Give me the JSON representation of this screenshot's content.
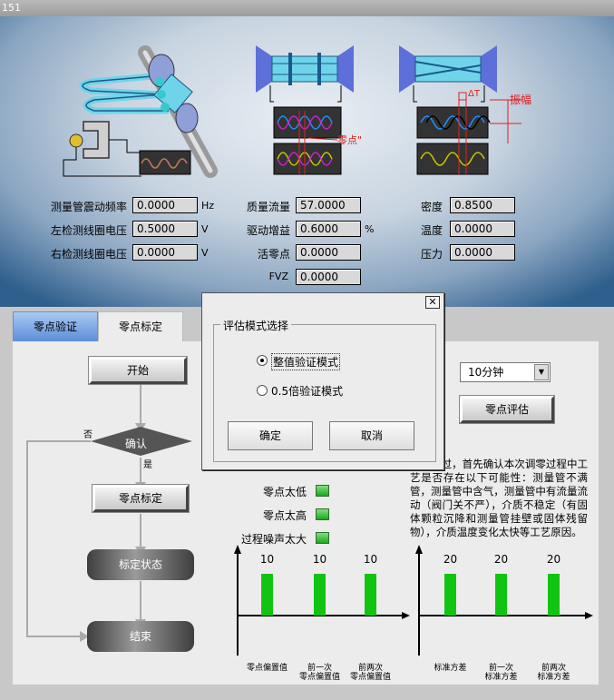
{
  "window": {
    "title": "151",
    "close_glyph": "✕"
  },
  "readouts": {
    "left": [
      {
        "label": "测量管震动频率",
        "value": "0.0000",
        "unit": "Hz"
      },
      {
        "label": "左检测线圈电压",
        "value": "0.5000",
        "unit": "V"
      },
      {
        "label": "右检测线圈电压",
        "value": "0.0000",
        "unit": "V"
      }
    ],
    "middle": [
      {
        "label": "质量流量",
        "value": "57.0000",
        "unit": ""
      },
      {
        "label": "驱动增益",
        "value": "0.6000",
        "unit": "%"
      },
      {
        "label": "活零点",
        "value": "0.0000",
        "unit": ""
      },
      {
        "label": "FVZ",
        "value": "0.0000",
        "unit": ""
      }
    ],
    "right": [
      {
        "label": "密度",
        "value": "0.8500"
      },
      {
        "label": "温度",
        "value": "0.0000"
      },
      {
        "label": "压力",
        "value": "0.0000"
      }
    ]
  },
  "diagram_labels": {
    "zero_point": "零点\"",
    "delta_t": "ΔT",
    "amplitude": "振幅"
  },
  "tabs": [
    {
      "label": "零点验证",
      "active": true
    },
    {
      "label": "零点标定",
      "active": false
    }
  ],
  "flow": {
    "start": "开始",
    "confirm": "确认",
    "no": "否",
    "yes": "是",
    "calibrate": "零点标定",
    "state": "标定状态",
    "end": "结束"
  },
  "controls": {
    "duration": "10分钟",
    "evaluate_button": "零点评估"
  },
  "indicators": [
    {
      "label": "零点太低"
    },
    {
      "label": "零点太高"
    },
    {
      "label": "过程噪声太大"
    }
  ],
  "hint_text": "零通不过，首先确认本次调零过程中工艺是否存在以下可能性：测量管不满管，测量管中含气，测量管中有流量流动（阀门关不严），介质不稳定（有固体颗粒沉降和测量管挂壁或固体残留物），介质温度变化太快等工艺原因。",
  "chart_data": [
    {
      "type": "bar",
      "categories": [
        "零点偏置值",
        "前一次\n零点偏置值",
        "前两次\n零点偏置值"
      ],
      "values": [
        10,
        10,
        10
      ],
      "data_labels": [
        "10",
        "10",
        "10"
      ]
    },
    {
      "type": "bar",
      "categories": [
        "标准方差",
        "前一次\n标准方差",
        "前两次\n标准方差"
      ],
      "values": [
        20,
        20,
        20
      ],
      "data_labels": [
        "20",
        "20",
        "20"
      ]
    }
  ],
  "dialog": {
    "group_title": "评估模式选择",
    "options": [
      {
        "label": "整值验证模式",
        "selected": true
      },
      {
        "label": "0.5倍验证模式",
        "selected": false
      }
    ],
    "ok": "确定",
    "cancel": "取消",
    "close_glyph": "✕"
  },
  "colors": {
    "bar": "#12c412",
    "tab_active": "#5c8ed8",
    "pipe": "#6fd4ea",
    "wave_blue": "#1e90ff",
    "wave_magenta": "#d020d0",
    "wave_yellow": "#c8c800",
    "red": "#e02020"
  }
}
